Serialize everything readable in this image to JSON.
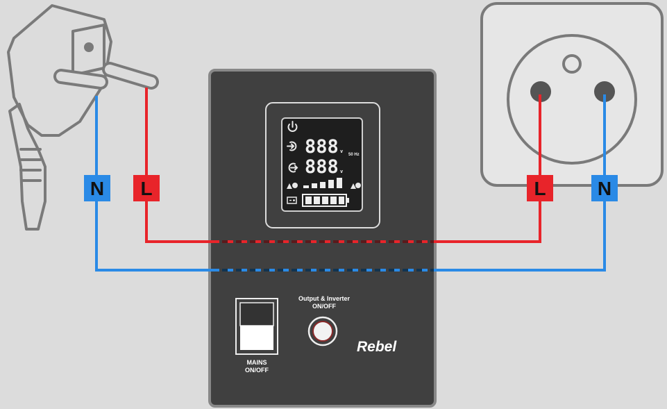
{
  "colors": {
    "background": "#dcdcdc",
    "live_wire": "#e8242a",
    "neutral_wire": "#2a8ae6",
    "device_body": "#404040",
    "outline": "#7a7a7a",
    "lcd": "#1e1e1e"
  },
  "terminals": {
    "plug_neutral": "N",
    "plug_live": "L",
    "socket_live": "L",
    "socket_neutral": "N"
  },
  "display": {
    "input_voltage": "888",
    "output_voltage": "888",
    "volt_unit": "v",
    "frequency": "50 Hz",
    "power_icon": "power-icon",
    "input_icon": "input-arrow-icon",
    "output_icon": "output-arrow-icon",
    "battery_icon": "battery-icon",
    "load_icon": "load-icon"
  },
  "panel": {
    "output_label_line1": "Output & Inverter",
    "output_label_line2": "ON/OFF",
    "mains_label_line1": "MAINS",
    "mains_label_line2": "ON/OFF",
    "brand": "Rebel"
  }
}
